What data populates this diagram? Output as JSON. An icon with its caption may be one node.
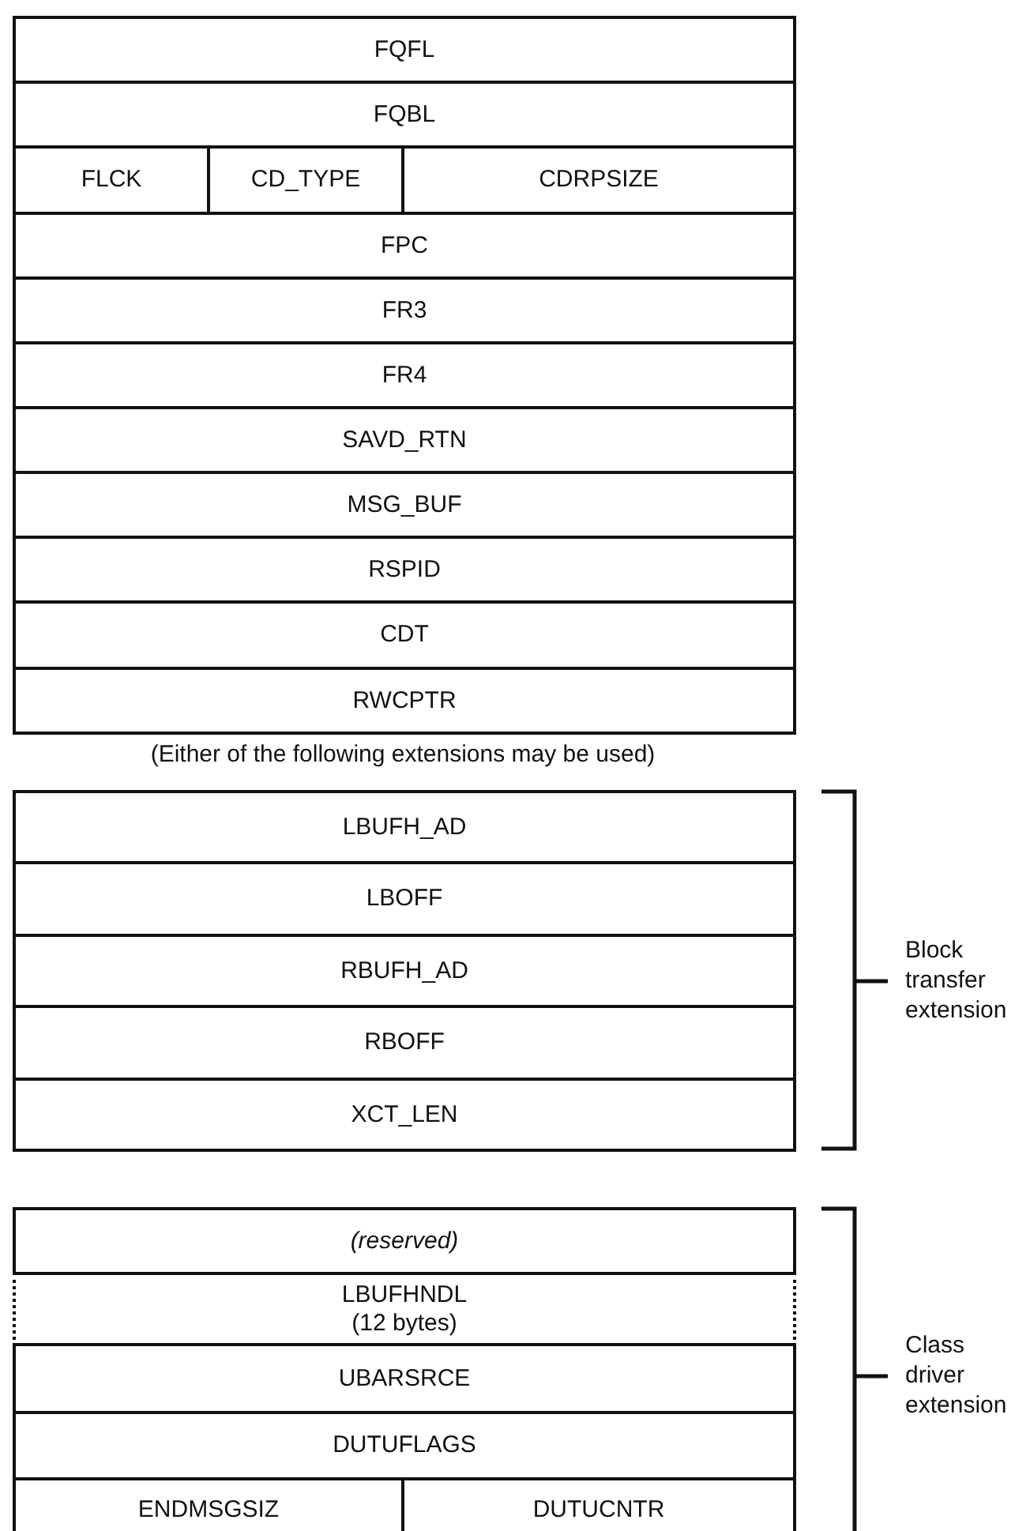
{
  "diagram": {
    "nodes": [
      {
        "text": [
          "FQFL"
        ]
      },
      {
        "text": [
          "FQBL"
        ]
      },
      {
        "text": [
          "FLCK"
        ]
      },
      {
        "text": [
          "CD_TYPE"
        ]
      },
      {
        "text": [
          "CDRPSIZE"
        ]
      },
      {
        "text": [
          "FPC"
        ]
      },
      {
        "text": [
          "FR3"
        ]
      },
      {
        "text": [
          "FR4"
        ]
      },
      {
        "text": [
          "SAVD_RTN"
        ]
      },
      {
        "text": [
          "MSG_BUF"
        ]
      },
      {
        "text": [
          "RSPID"
        ]
      },
      {
        "text": [
          "CDT"
        ]
      },
      {
        "text": [
          "RWCPTR"
        ]
      },
      {
        "text": [
          "LBUFH_AD"
        ]
      },
      {
        "text": [
          "LBOFF"
        ]
      },
      {
        "text": [
          "RBUFH_AD"
        ]
      },
      {
        "text": [
          "RBOFF"
        ]
      },
      {
        "text": [
          "XCT_LEN"
        ]
      },
      {
        "text": [
          "(reserved)"
        ]
      },
      {
        "text": [
          "LBUFHNDL",
          "(12 bytes)"
        ]
      },
      {
        "text": [
          "UBARSRCE"
        ]
      },
      {
        "text": [
          "DUTUFLAGS"
        ]
      },
      {
        "text": [
          "ENDMSGSIZ"
        ]
      },
      {
        "text": [
          "DUTUCNTR"
        ]
      }
    ],
    "labels": [
      "(Either of the following extensions may be used)",
      "Block transfer extension",
      "Class driver extension"
    ]
  }
}
